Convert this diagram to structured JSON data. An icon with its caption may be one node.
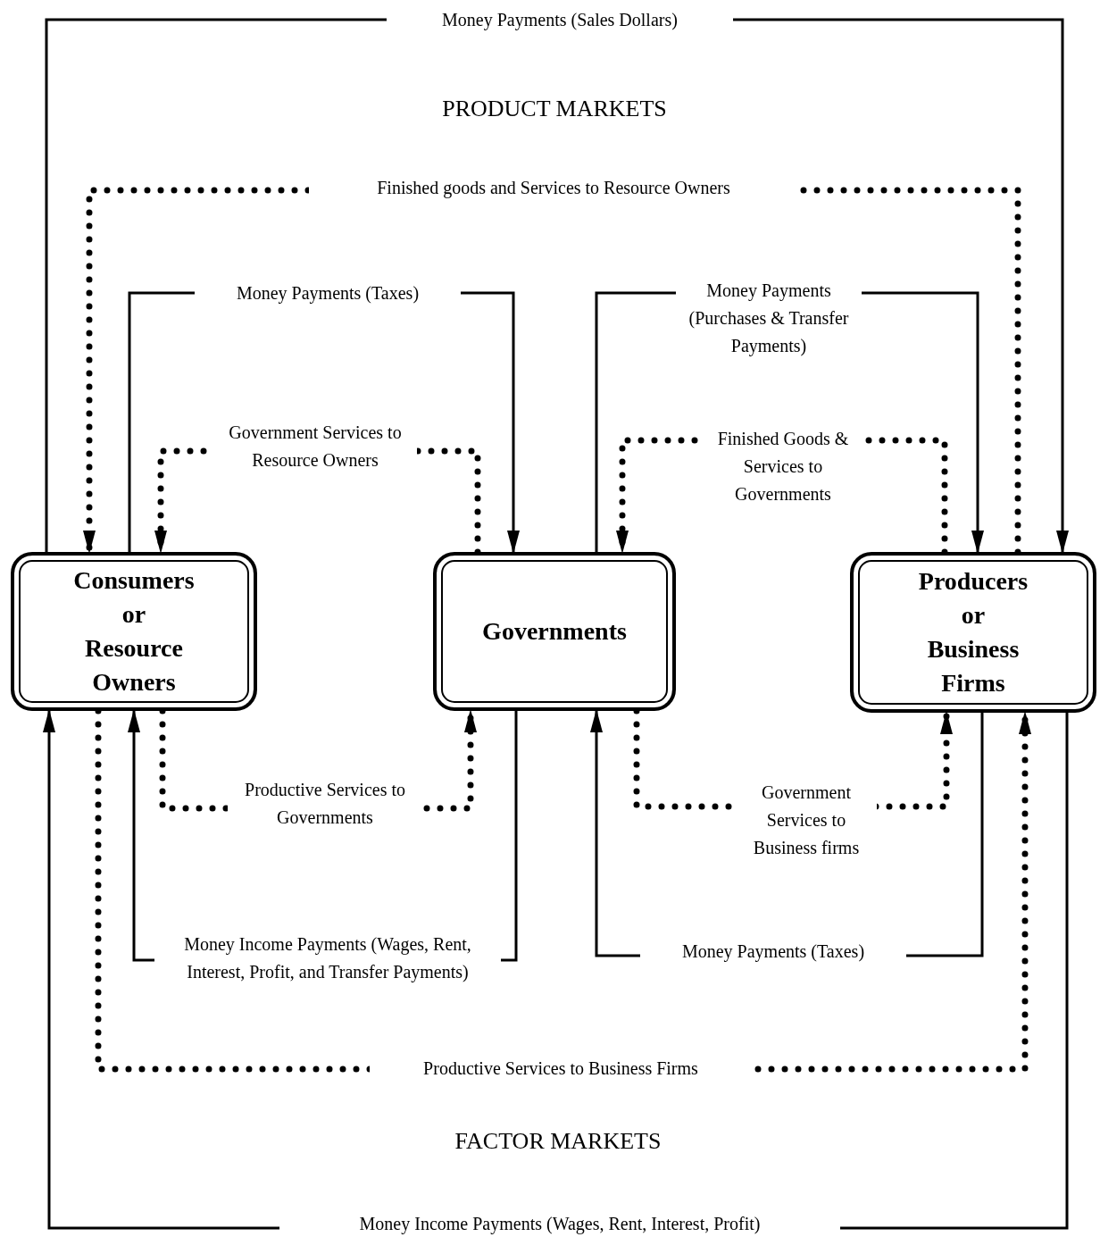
{
  "diagram": {
    "nodes": [
      {
        "text": [
          "Consumers or Resource Owners"
        ]
      },
      {
        "text": [
          "Governments"
        ]
      },
      {
        "text": [
          "Producers or Business Firms"
        ]
      }
    ],
    "edges": [
      {
        "from": 0,
        "to": 2,
        "arrow": "to",
        "label": "Money Payments (Sales Dollars)"
      },
      {
        "from": 2,
        "to": 0,
        "arrow": "to",
        "style": "dashed",
        "label": "Finished goods and Services to Resource Owners"
      },
      {
        "from": 0,
        "to": 1,
        "arrow": "to",
        "label": "Money Payments (Taxes)"
      },
      {
        "from": 1,
        "to": 0,
        "arrow": "to",
        "style": "dashed",
        "label": "Government Services to Resource Owners"
      },
      {
        "from": 1,
        "to": 2,
        "arrow": "to",
        "label": "Money Payments (Purchases & Transfer Payments)"
      },
      {
        "from": 2,
        "to": 1,
        "arrow": "to",
        "style": "dashed",
        "label": "Finished Goods & Services to Governments"
      },
      {
        "from": 0,
        "to": 1,
        "arrow": "to",
        "style": "dashed",
        "label": "Productive Services to Governments"
      },
      {
        "from": 1,
        "to": 0,
        "arrow": "to",
        "label": "Money Income Payments (Wages, Rent, Interest, Profit, and Transfer Payments)"
      },
      {
        "from": 1,
        "to": 2,
        "arrow": "to",
        "style": "dashed",
        "label": "Government Services to Business firms"
      },
      {
        "from": 2,
        "to": 1,
        "arrow": "to",
        "label": "Money Payments (Taxes)"
      },
      {
        "from": 0,
        "to": 2,
        "arrow": "to",
        "style": "dashed",
        "label": "Productive Services to Business Firms"
      },
      {
        "from": 2,
        "to": 0,
        "arrow": "to",
        "label": "Money Income Payments (Wages, Rent, Interest, Profit)"
      }
    ],
    "labels": [
      "PRODUCT MARKETS",
      "FACTOR MARKETS"
    ]
  }
}
